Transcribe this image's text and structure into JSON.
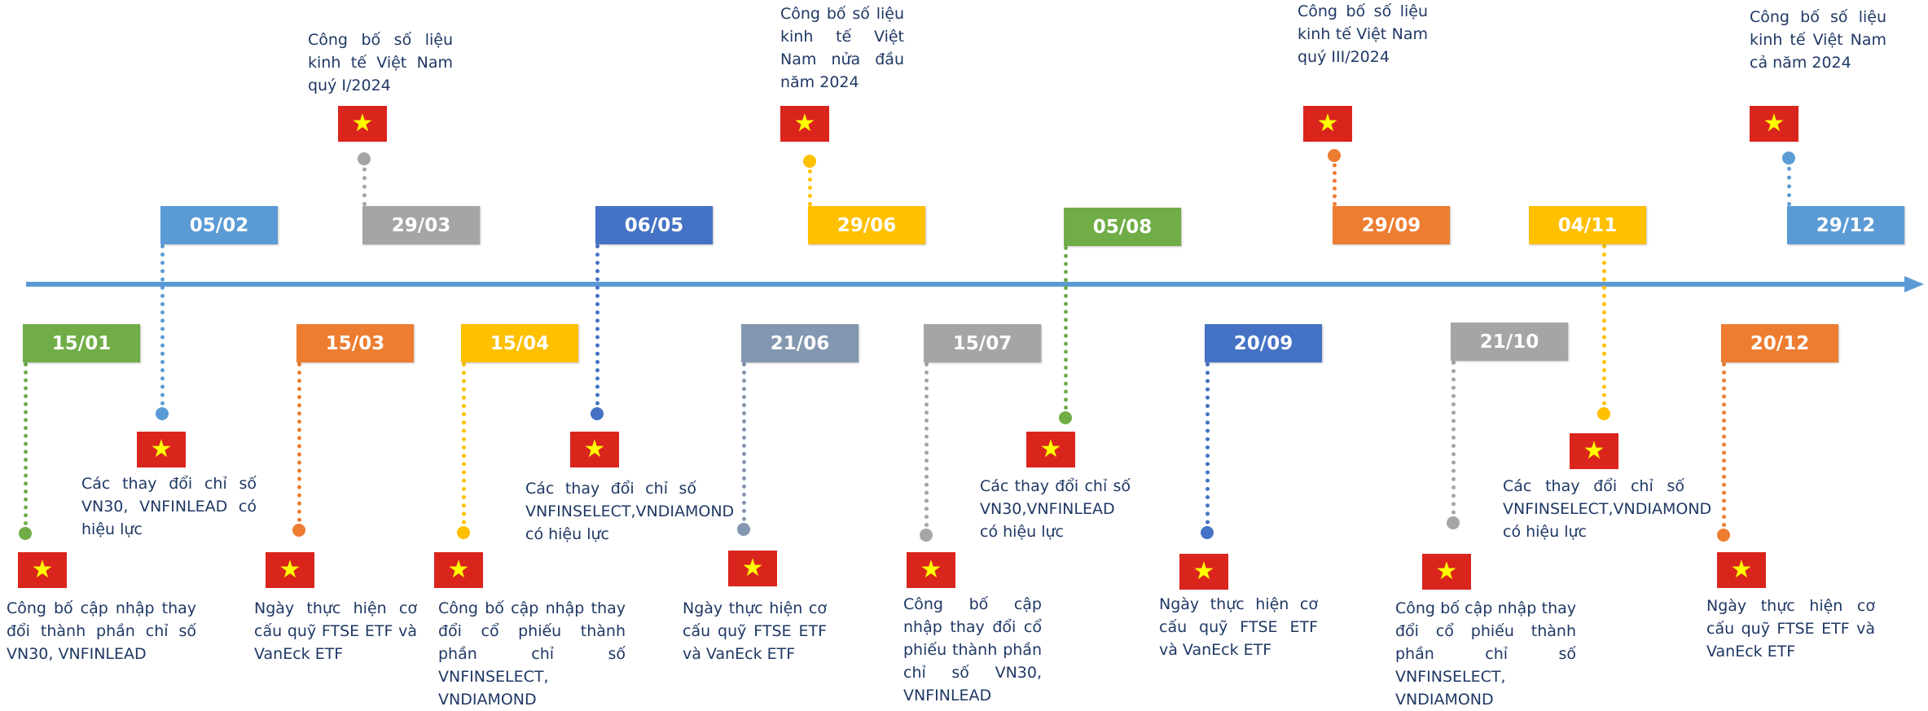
{
  "colors": {
    "axis": "#5b9bd5",
    "green": "#70ad47",
    "light_blue": "#5b9bd5",
    "grey": "#a5a5a5",
    "blue": "#4472c4",
    "yellow": "#ffc000",
    "orange": "#ed7d31",
    "slate": "#8497b0",
    "text": "#1f3864",
    "flag_red": "#da251d",
    "flag_star": "#ffff00"
  },
  "events": [
    {
      "date": "05/02",
      "color": "#5b9bd5",
      "side": "top",
      "text": "Các thay đổi chỉ số VN30, VNFINLEAD có hiệu lực"
    },
    {
      "date": "29/03",
      "color": "#a5a5a5",
      "side": "top",
      "text": "Công bố số liệu kinh tế Việt Nam quý I/2024"
    },
    {
      "date": "06/05",
      "color": "#4472c4",
      "side": "top",
      "text": "Các thay đổi chỉ số VNFINSELECT,VNDIAMOND có hiệu lực"
    },
    {
      "date": "29/06",
      "color": "#ffc000",
      "side": "top",
      "text": "Công bố số liệu kinh tế Việt Nam nửa đầu năm 2024"
    },
    {
      "date": "05/08",
      "color": "#70ad47",
      "side": "top",
      "text": "Các thay đổi chỉ số VN30,VNFINLEAD có hiệu lực"
    },
    {
      "date": "29/09",
      "color": "#ed7d31",
      "side": "top",
      "text": "Công bố số liệu kinh tế Việt Nam quý III/2024"
    },
    {
      "date": "04/11",
      "color": "#ffc000",
      "side": "top",
      "text": "Các thay đổi chỉ số VNFINSELECT,VNDIAMOND có hiệu lực"
    },
    {
      "date": "29/12",
      "color": "#5b9bd5",
      "side": "top",
      "text": "Công bố số liệu kinh tế Việt Nam cả năm 2024"
    },
    {
      "date": "15/01",
      "color": "#70ad47",
      "side": "bottom",
      "text": "Công bố cập nhập thay đổi thành phần chỉ số VN30, VNFINLEAD"
    },
    {
      "date": "15/03",
      "color": "#ed7d31",
      "side": "bottom",
      "text": "Ngày thực hiện cơ cấu quỹ FTSE ETF và VanEck ETF"
    },
    {
      "date": "15/04",
      "color": "#ffc000",
      "side": "bottom",
      "text": "Công bố cập nhập thay đổi cổ phiếu thành phần chỉ số VNFINSELECT, VNDIAMOND"
    },
    {
      "date": "21/06",
      "color": "#8497b0",
      "side": "bottom",
      "text": "Ngày thực hiện cơ cấu quỹ FTSE ETF và VanEck ETF"
    },
    {
      "date": "15/07",
      "color": "#a5a5a5",
      "side": "bottom",
      "text": "Công bố cập nhập thay đổi cổ phiếu thành phần chỉ số VN30, VNFINLEAD"
    },
    {
      "date": "20/09",
      "color": "#4472c4",
      "side": "bottom",
      "text": "Ngày thực hiện cơ cấu quỹ FTSE ETF và VanEck ETF"
    },
    {
      "date": "21/10",
      "color": "#a5a5a5",
      "side": "bottom",
      "text": "Công bố cập nhập thay đổi cổ phiếu thành phần chỉ số VNFINSELECT, VNDIAMOND"
    },
    {
      "date": "20/12",
      "color": "#ed7d31",
      "side": "bottom",
      "text": "Ngày thực hiện cơ cấu quỹ FTSE ETF và VanEck ETF"
    }
  ],
  "flag_icon": "vietnam-flag-icon"
}
